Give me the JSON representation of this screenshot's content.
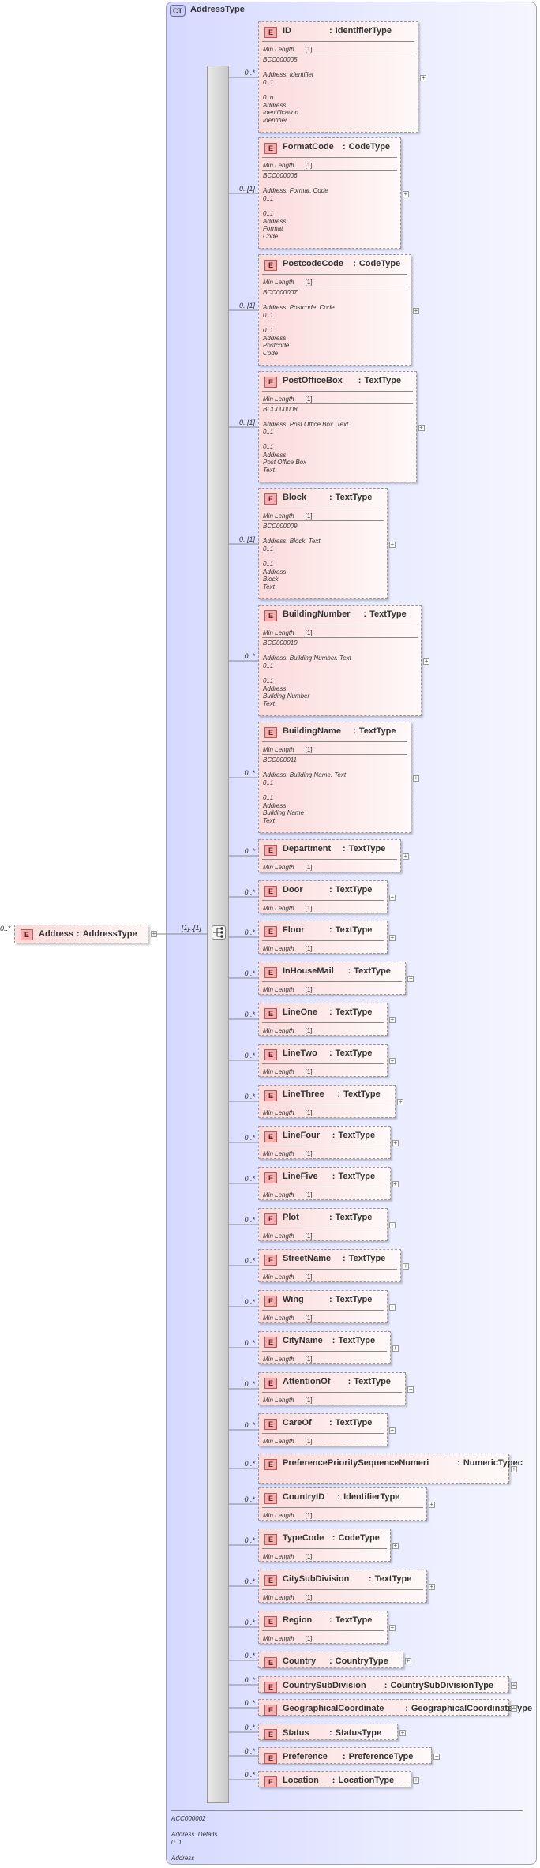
{
  "complex_type": {
    "badge": "CT",
    "name": "AddressType",
    "footer": "ACC000002\n\nAddress. Details\n0..1\n\nAddress"
  },
  "root": {
    "badge": "E",
    "name": "Address",
    "type": "AddressType",
    "card": "0..*",
    "sequence_card": "[1]..[1]"
  },
  "min_length_label": "Min Length",
  "min_length_value": "[1]",
  "expand_glyph": "+",
  "elements": [
    {
      "name": "ID",
      "type": "IdentifierType",
      "card": "0..*",
      "minlen": true,
      "doc": "BCC000005\n\nAddress. Identifier\n0..1\n\n0..n\nAddress\nIdentification\nIdentifier"
    },
    {
      "name": "FormatCode",
      "type": "CodeType",
      "card": "0..[1]",
      "minlen": true,
      "doc": "BCC000006\n\nAddress. Format. Code\n0..1\n\n0..1\nAddress\nFormat\nCode"
    },
    {
      "name": "PostcodeCode",
      "type": "CodeType",
      "card": "0..[1]",
      "minlen": true,
      "doc": "BCC000007\n\nAddress. Postcode. Code\n0..1\n\n0..1\nAddress\nPostcode\nCode"
    },
    {
      "name": "PostOfficeBox",
      "type": "TextType",
      "card": "0..[1]",
      "minlen": true,
      "doc": "BCC000008\n\nAddress. Post Office Box. Text\n0..1\n\n0..1\nAddress\nPost Office Box\nText"
    },
    {
      "name": "Block",
      "type": "TextType",
      "card": "0..[1]",
      "minlen": true,
      "doc": "BCC000009\n\nAddress. Block. Text\n0..1\n\n0..1\nAddress\nBlock\nText"
    },
    {
      "name": "BuildingNumber",
      "type": "TextType",
      "card": "0..*",
      "minlen": true,
      "doc": "BCC000010\n\nAddress. Building Number. Text\n0..1\n\n0..1\nAddress\nBuilding Number\nText"
    },
    {
      "name": "BuildingName",
      "type": "TextType",
      "card": "0..*",
      "minlen": true,
      "doc": "BCC000011\n\nAddress. Building Name. Text\n0..1\n\n0..1\nAddress\nBuilding Name\nText"
    },
    {
      "name": "Department",
      "type": "TextType",
      "card": "0..*",
      "minlen": true
    },
    {
      "name": "Door",
      "type": "TextType",
      "card": "0..*",
      "minlen": true
    },
    {
      "name": "Floor",
      "type": "TextType",
      "card": "0..*",
      "minlen": true
    },
    {
      "name": "InHouseMail",
      "type": "TextType",
      "card": "0..*",
      "minlen": true
    },
    {
      "name": "LineOne",
      "type": "TextType",
      "card": "0..*",
      "minlen": true
    },
    {
      "name": "LineTwo",
      "type": "TextType",
      "card": "0..*",
      "minlen": true
    },
    {
      "name": "LineThree",
      "type": "TextType",
      "card": "0..*",
      "minlen": true
    },
    {
      "name": "LineFour",
      "type": "TextType",
      "card": "0..*",
      "minlen": true
    },
    {
      "name": "LineFive",
      "type": "TextType",
      "card": "0..*",
      "minlen": true
    },
    {
      "name": "Plot",
      "type": "TextType",
      "card": "0..*",
      "minlen": true
    },
    {
      "name": "StreetName",
      "type": "TextType",
      "card": "0..*",
      "minlen": true
    },
    {
      "name": "Wing",
      "type": "TextType",
      "card": "0..*",
      "minlen": true
    },
    {
      "name": "CityName",
      "type": "TextType",
      "card": "0..*",
      "minlen": true
    },
    {
      "name": "AttentionOf",
      "type": "TextType",
      "card": "0..*",
      "minlen": true
    },
    {
      "name": "CareOf",
      "type": "TextType",
      "card": "0..*",
      "minlen": true
    },
    {
      "name": "PreferencePrioritySequenceNumeri",
      "type": "NumericTypec",
      "card": "0..*",
      "minlen": false
    },
    {
      "name": "CountryID",
      "type": "IdentifierType",
      "card": "0..*",
      "minlen": true
    },
    {
      "name": "TypeCode",
      "type": "CodeType",
      "card": "0..*",
      "minlen": true
    },
    {
      "name": "CitySubDivision",
      "type": "TextType",
      "card": "0..*",
      "minlen": true
    },
    {
      "name": "Region",
      "type": "TextType",
      "card": "0..*",
      "minlen": true
    },
    {
      "name": "Country",
      "type": "CountryType",
      "card": "0..*",
      "minlen": false
    },
    {
      "name": "CountrySubDivision",
      "type": "CountrySubDivisionType",
      "card": "0..*",
      "minlen": false
    },
    {
      "name": "GeographicalCoordinate",
      "type": "GeographicalCoordinateType",
      "card": "0..*",
      "minlen": false
    },
    {
      "name": "Status",
      "type": "StatusType",
      "card": "0..*",
      "minlen": false
    },
    {
      "name": "Preference",
      "type": "PreferenceType",
      "card": "0..*",
      "minlen": false
    },
    {
      "name": "Location",
      "type": "LocationType",
      "card": "0..*",
      "minlen": false
    }
  ]
}
